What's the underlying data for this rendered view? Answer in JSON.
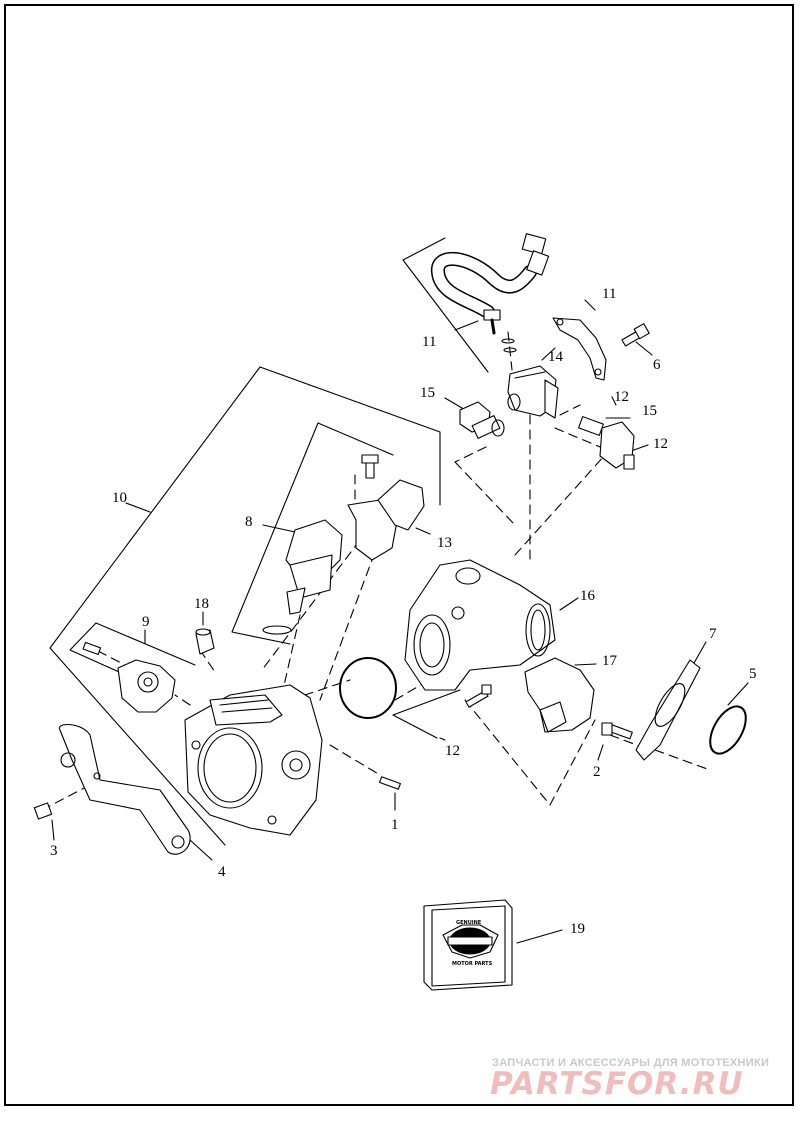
{
  "callouts": {
    "c1": "1",
    "c2": "2",
    "c3": "3",
    "c4": "4",
    "c5": "5",
    "c6": "6",
    "c7": "7",
    "c8": "8",
    "c9": "9",
    "c10": "10",
    "c11a": "11",
    "c11b": "11",
    "c12a": "12",
    "c12b": "12",
    "c12c": "12",
    "c13": "13",
    "c14": "14",
    "c15a": "15",
    "c15b": "15",
    "c16": "16",
    "c17": "17",
    "c18": "18",
    "c19": "19"
  },
  "package_labels": {
    "top": "GENUINE",
    "bottom": "MOTOR PARTS"
  },
  "watermark": {
    "tagline": "ЗАПЧАСТИ И АКСЕССУАРЫ ДЛЯ МОТОТЕХНИКИ",
    "logo": "PARTSFOR.RU"
  }
}
